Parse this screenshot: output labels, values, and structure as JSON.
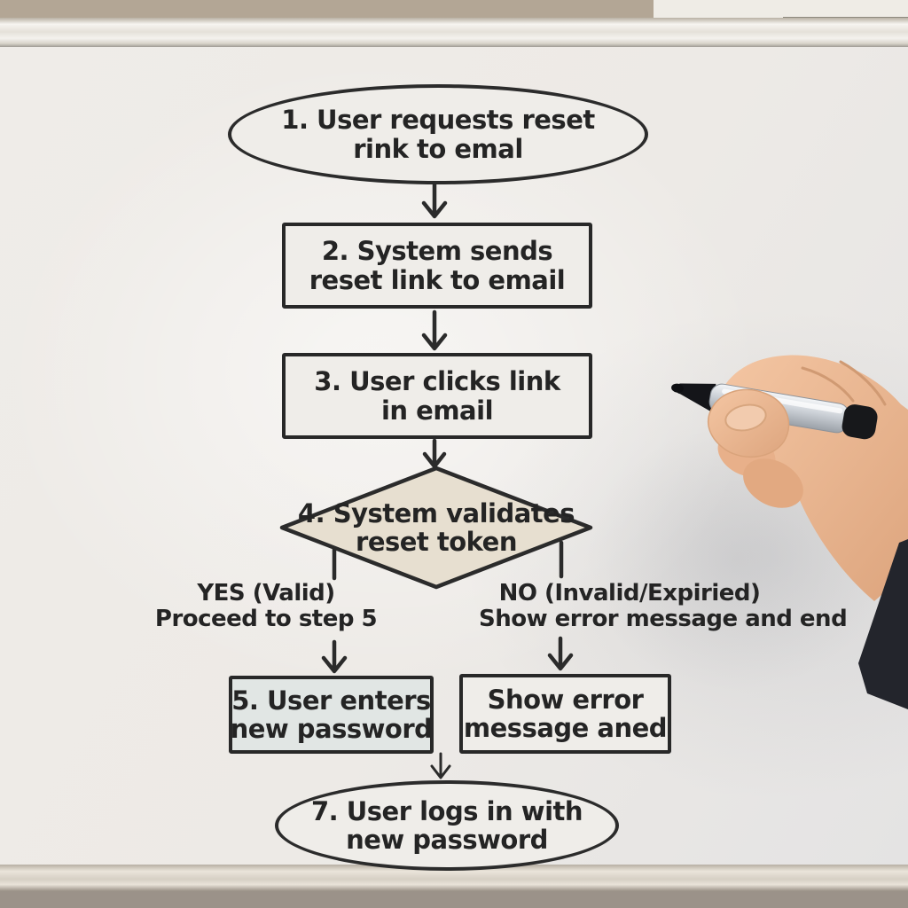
{
  "flowchart": {
    "step1": {
      "shape": "oval",
      "line1": "1. User requests reset",
      "line2": "rink to emal"
    },
    "step2": {
      "shape": "rect",
      "line1": "2. System sends",
      "line2": "reset link to email"
    },
    "step3": {
      "shape": "rect",
      "line1": "3. User clicks link",
      "line2": "in email"
    },
    "step4": {
      "shape": "diamond",
      "line1": "4. System validates",
      "line2": "reset token"
    },
    "yes_branch": {
      "line1": "YES (Valid)",
      "line2": "Proceed to step 5"
    },
    "no_branch": {
      "line1": "NO (Invalid/Expiried)",
      "line2": "Show error message and end"
    },
    "step5": {
      "shape": "rect",
      "line1": "5. User enters",
      "line2": "new password"
    },
    "step6": {
      "shape": "rect",
      "line1": "Show error",
      "line2": "message aned"
    },
    "step7": {
      "shape": "oval",
      "line1": "7. User logs in with",
      "line2": "new password"
    }
  },
  "colors": {
    "ink": "#2b2b2b",
    "board": "#edebe7",
    "wall": "#b3a695",
    "diamond_fill": "#e7dfd0",
    "step5_fill": "#e1e6e4",
    "tray_metal": "#d9d2c8",
    "below_tray": "#9b9289",
    "marker_body": "#c9cdd3",
    "marker_black": "#17181b",
    "skin": "#eab592",
    "sleeve": "#23252c"
  }
}
